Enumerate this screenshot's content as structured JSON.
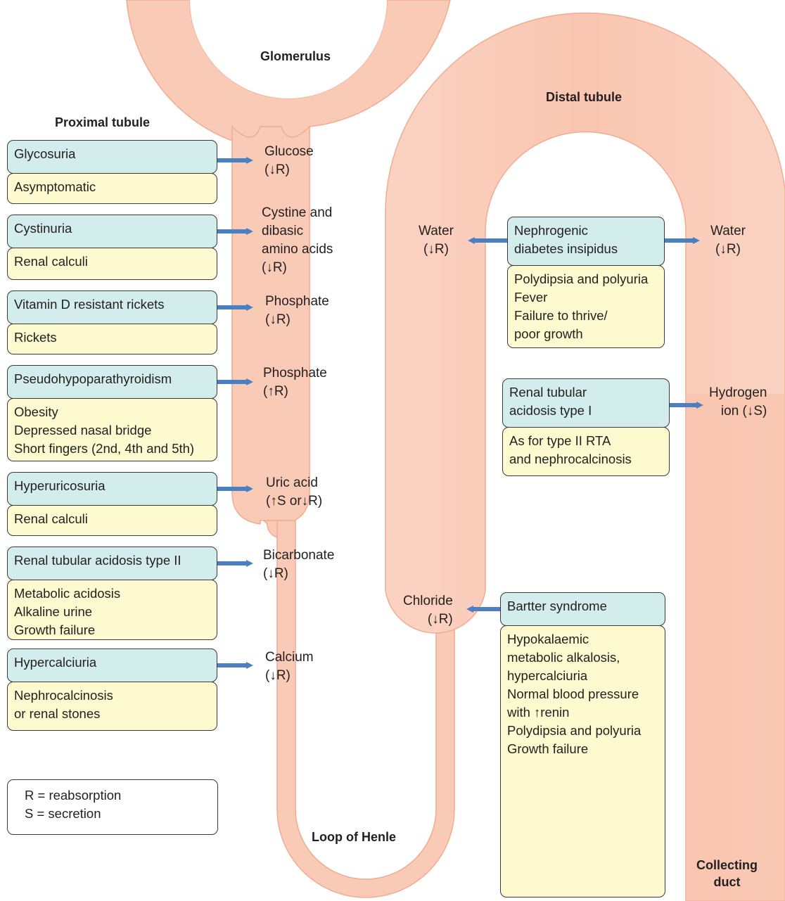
{
  "colors": {
    "tubule_fill": "#f9cbb7",
    "tubule_stroke": "#f0a68a",
    "disease_box": "#d3ecec",
    "symptom_box": "#fefacf",
    "arrow": "#4a7fc1"
  },
  "headings": {
    "glomerulus": "Glomerulus",
    "proximal": "Proximal tubule",
    "distal": "Distal tubule",
    "loop": "Loop of Henle",
    "collecting": "Collecting\nduct"
  },
  "proximal_items": [
    {
      "disorder": "Glycosuria",
      "features": "Asymptomatic",
      "substance": "Glucose\n(↓R)"
    },
    {
      "disorder": "Cystinuria",
      "features": "Renal calculi",
      "substance": "Cystine and\ndibasic\namino acids\n(↓R)"
    },
    {
      "disorder": "Vitamin D resistant rickets",
      "features": "Rickets",
      "substance": "Phosphate\n(↓R)"
    },
    {
      "disorder": "Pseudohypoparathyroidism",
      "features": "Obesity\nDepressed nasal bridge\nShort fingers (2nd, 4th and 5th)",
      "substance": "Phosphate\n(↑R)"
    },
    {
      "disorder": "Hyperuricosuria",
      "features": "Renal calculi",
      "substance": "Uric acid\n(↑S or↓R)"
    },
    {
      "disorder": "Renal tubular acidosis type II",
      "features": "Metabolic acidosis\nAlkaline urine\nGrowth failure",
      "substance": "Bicarbonate\n(↓R)"
    },
    {
      "disorder": "Hypercalciuria",
      "features": "Nephrocalcinosis\nor renal stones",
      "substance": "Calcium\n(↓R)"
    }
  ],
  "distal_items": [
    {
      "disorder": "Nephrogenic\ndiabetes insipidus",
      "features": "Polydipsia and polyuria\nFever\nFailure to thrive/\n poor growth",
      "substance_left": "Water\n(↓R)",
      "substance_right": "Water\n(↓R)"
    },
    {
      "disorder": "Renal tubular\nacidosis type I",
      "features": "As for type II RTA\nand nephrocalcinosis",
      "substance": "Hydrogen\nion (↓S)"
    },
    {
      "disorder": "Bartter syndrome",
      "features": "Hypokalaemic\nmetabolic alkalosis,\nhypercalciuria\nNormal blood pressure\nwith ↑renin\nPolydipsia and polyuria\nGrowth failure",
      "substance": "Chloride\n(↓R)"
    }
  ],
  "legend": "R = reabsorption\nS = secretion"
}
